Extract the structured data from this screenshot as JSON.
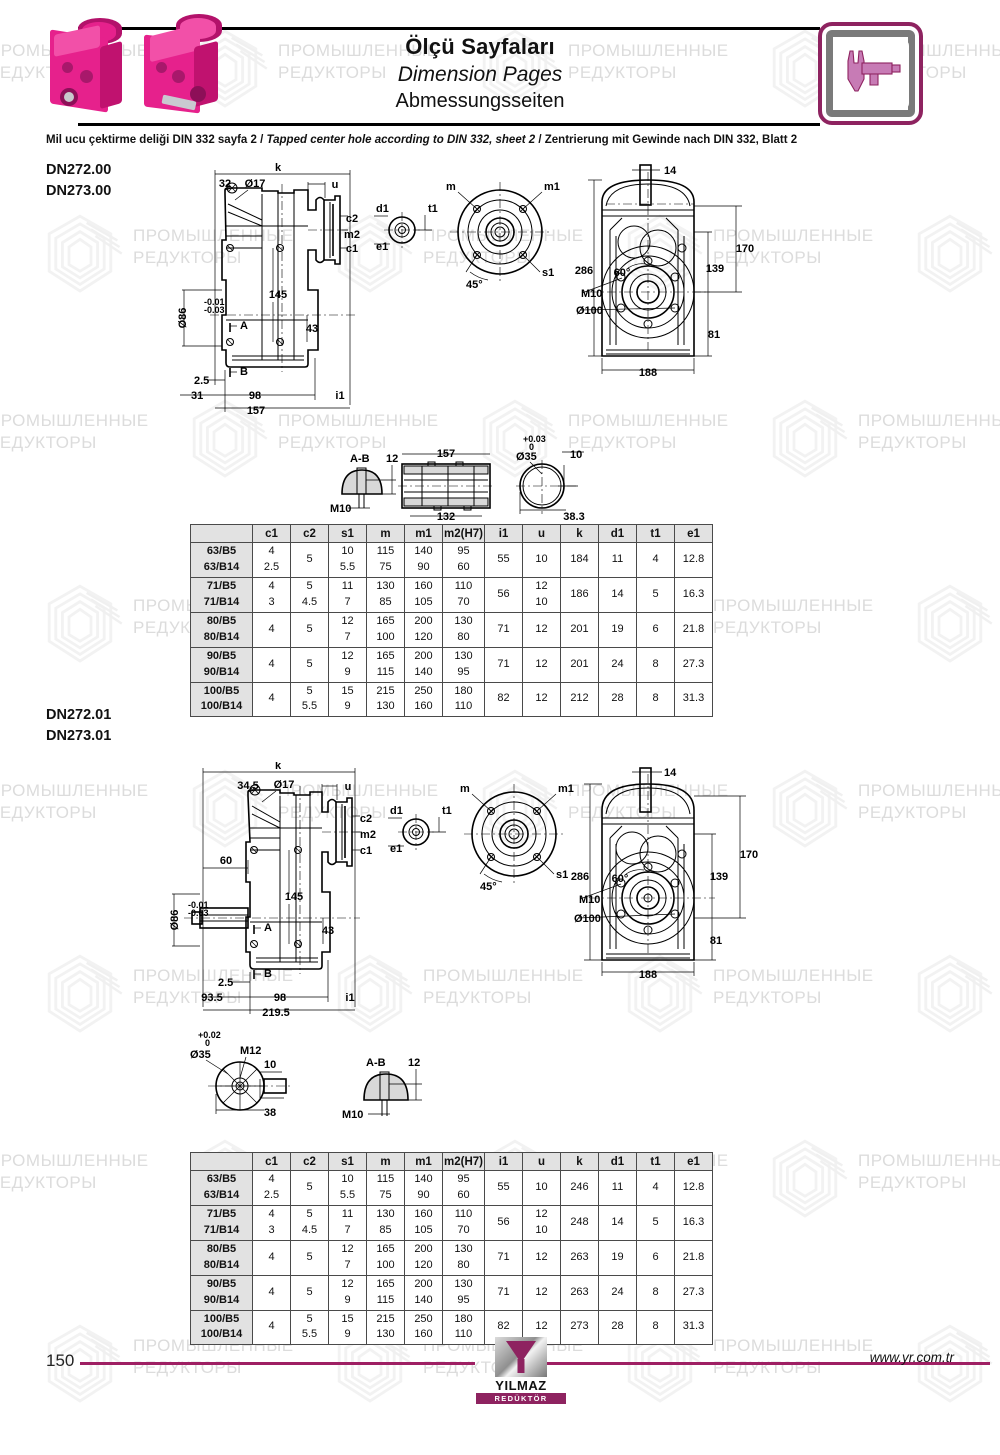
{
  "header": {
    "title_tr": "Ölçü Sayfaları",
    "title_en": "Dimension Pages",
    "title_de": "Abmessungsseiten",
    "icon": "caliper-icon",
    "photo_alt_left": "gearbox-photo-left",
    "photo_alt_right": "gearbox-photo-right"
  },
  "din_note": {
    "tr": "Mil ucu çektirme deliği DIN 332 sayfa 2",
    "sep1": "/",
    "en": "Tapped center hole according to DIN 332, sheet 2",
    "sep2": "/",
    "de": "Zentrierung mit Gewinde nach DIN 332, Blatt 2"
  },
  "watermark": {
    "line1": "ПРОМЫШЛЕННЫЕ",
    "line2": "РЕДУКТОРЫ"
  },
  "sections": [
    {
      "models": [
        "DN272.00",
        "DN273.00"
      ],
      "drawing_labels": {
        "side_view": [
          "k",
          "32",
          "Ø17",
          "u",
          "c2",
          "m2",
          "c1",
          "145",
          "Ø86",
          "-0.01",
          "-0.03",
          "A",
          "B",
          "43",
          "2.5",
          "31",
          "98",
          "157",
          "i1"
        ],
        "flange_view": [
          "m",
          "m1",
          "s1",
          "45°",
          "d1",
          "t1",
          "e1"
        ],
        "front_view": [
          "14",
          "286",
          "170",
          "139",
          "81",
          "60°",
          "M10",
          "Ø100",
          "188"
        ],
        "detail_ab": [
          "A-B",
          "12",
          "M10"
        ],
        "detail_shaft": [
          "157",
          "132"
        ],
        "detail_circle": [
          "+0.03",
          "0",
          "Ø35",
          "10",
          "38.3"
        ]
      },
      "table": {
        "columns": [
          "",
          "c1",
          "c2",
          "s1",
          "m",
          "m1",
          "m2(H7)",
          "i1",
          "u",
          "k",
          "d1",
          "t1",
          "e1"
        ],
        "rows": [
          {
            "head": [
              "63/B5",
              "63/B14"
            ],
            "c1": [
              "4",
              "2.5"
            ],
            "c2": [
              "5"
            ],
            "s1": [
              "10",
              "5.5"
            ],
            "m": [
              "115",
              "75"
            ],
            "m1": [
              "140",
              "90"
            ],
            "m2": [
              "95",
              "60"
            ],
            "i1": [
              "55"
            ],
            "u": [
              "10"
            ],
            "k": [
              "184"
            ],
            "d1": [
              "11"
            ],
            "t1": [
              "4"
            ],
            "e1": [
              "12.8"
            ]
          },
          {
            "head": [
              "71/B5",
              "71/B14"
            ],
            "c1": [
              "4",
              "3"
            ],
            "c2": [
              "5",
              "4.5"
            ],
            "s1": [
              "11",
              "7"
            ],
            "m": [
              "130",
              "85"
            ],
            "m1": [
              "160",
              "105"
            ],
            "m2": [
              "110",
              "70"
            ],
            "i1": [
              "56"
            ],
            "u": [
              "12",
              "10"
            ],
            "k": [
              "186"
            ],
            "d1": [
              "14"
            ],
            "t1": [
              "5"
            ],
            "e1": [
              "16.3"
            ]
          },
          {
            "head": [
              "80/B5",
              "80/B14"
            ],
            "c1": [
              "4"
            ],
            "c2": [
              "5"
            ],
            "s1": [
              "12",
              "7"
            ],
            "m": [
              "165",
              "100"
            ],
            "m1": [
              "200",
              "120"
            ],
            "m2": [
              "130",
              "80"
            ],
            "i1": [
              "71"
            ],
            "u": [
              "12"
            ],
            "k": [
              "201"
            ],
            "d1": [
              "19"
            ],
            "t1": [
              "6"
            ],
            "e1": [
              "21.8"
            ]
          },
          {
            "head": [
              "90/B5",
              "90/B14"
            ],
            "c1": [
              "4"
            ],
            "c2": [
              "5"
            ],
            "s1": [
              "12",
              "9"
            ],
            "m": [
              "165",
              "115"
            ],
            "m1": [
              "200",
              "140"
            ],
            "m2": [
              "130",
              "95"
            ],
            "i1": [
              "71"
            ],
            "u": [
              "12"
            ],
            "k": [
              "201"
            ],
            "d1": [
              "24"
            ],
            "t1": [
              "8"
            ],
            "e1": [
              "27.3"
            ]
          },
          {
            "head": [
              "100/B5",
              "100/B14"
            ],
            "c1": [
              "4"
            ],
            "c2": [
              "5",
              "5.5"
            ],
            "s1": [
              "15",
              "9"
            ],
            "m": [
              "215",
              "130"
            ],
            "m1": [
              "250",
              "160"
            ],
            "m2": [
              "180",
              "110"
            ],
            "i1": [
              "82"
            ],
            "u": [
              "12"
            ],
            "k": [
              "212"
            ],
            "d1": [
              "28"
            ],
            "t1": [
              "8"
            ],
            "e1": [
              "31.3"
            ]
          }
        ]
      }
    },
    {
      "models": [
        "DN272.01",
        "DN273.01"
      ],
      "drawing_labels": {
        "side_view": [
          "k",
          "34.5",
          "Ø17",
          "u",
          "c2",
          "m2",
          "c1",
          "60",
          "145",
          "Ø86",
          "-0.01",
          "-0.03",
          "A",
          "B",
          "43",
          "2.5",
          "93.5",
          "98",
          "219.5",
          "i1"
        ],
        "flange_view": [
          "m",
          "m1",
          "s1",
          "45°",
          "d1",
          "t1",
          "e1"
        ],
        "front_view": [
          "14",
          "286",
          "170",
          "139",
          "81",
          "60°",
          "M10",
          "Ø100",
          "188"
        ],
        "detail_circle": [
          "+0.02",
          "0",
          "Ø35",
          "M12",
          "10",
          "38"
        ],
        "detail_ab": [
          "A-B",
          "12",
          "M10"
        ]
      },
      "table": {
        "columns": [
          "",
          "c1",
          "c2",
          "s1",
          "m",
          "m1",
          "m2(H7)",
          "i1",
          "u",
          "k",
          "d1",
          "t1",
          "e1"
        ],
        "rows": [
          {
            "head": [
              "63/B5",
              "63/B14"
            ],
            "c1": [
              "4",
              "2.5"
            ],
            "c2": [
              "5"
            ],
            "s1": [
              "10",
              "5.5"
            ],
            "m": [
              "115",
              "75"
            ],
            "m1": [
              "140",
              "90"
            ],
            "m2": [
              "95",
              "60"
            ],
            "i1": [
              "55"
            ],
            "u": [
              "10"
            ],
            "k": [
              "246"
            ],
            "d1": [
              "11"
            ],
            "t1": [
              "4"
            ],
            "e1": [
              "12.8"
            ]
          },
          {
            "head": [
              "71/B5",
              "71/B14"
            ],
            "c1": [
              "4",
              "3"
            ],
            "c2": [
              "5",
              "4.5"
            ],
            "s1": [
              "11",
              "7"
            ],
            "m": [
              "130",
              "85"
            ],
            "m1": [
              "160",
              "105"
            ],
            "m2": [
              "110",
              "70"
            ],
            "i1": [
              "56"
            ],
            "u": [
              "12",
              "10"
            ],
            "k": [
              "248"
            ],
            "d1": [
              "14"
            ],
            "t1": [
              "5"
            ],
            "e1": [
              "16.3"
            ]
          },
          {
            "head": [
              "80/B5",
              "80/B14"
            ],
            "c1": [
              "4"
            ],
            "c2": [
              "5"
            ],
            "s1": [
              "12",
              "7"
            ],
            "m": [
              "165",
              "100"
            ],
            "m1": [
              "200",
              "120"
            ],
            "m2": [
              "130",
              "80"
            ],
            "i1": [
              "71"
            ],
            "u": [
              "12"
            ],
            "k": [
              "263"
            ],
            "d1": [
              "19"
            ],
            "t1": [
              "6"
            ],
            "e1": [
              "21.8"
            ]
          },
          {
            "head": [
              "90/B5",
              "90/B14"
            ],
            "c1": [
              "4"
            ],
            "c2": [
              "5"
            ],
            "s1": [
              "12",
              "9"
            ],
            "m": [
              "165",
              "115"
            ],
            "m1": [
              "200",
              "140"
            ],
            "m2": [
              "130",
              "95"
            ],
            "i1": [
              "71"
            ],
            "u": [
              "12"
            ],
            "k": [
              "263"
            ],
            "d1": [
              "24"
            ],
            "t1": [
              "8"
            ],
            "e1": [
              "27.3"
            ]
          },
          {
            "head": [
              "100/B5",
              "100/B14"
            ],
            "c1": [
              "4"
            ],
            "c2": [
              "5",
              "5.5"
            ],
            "s1": [
              "15",
              "9"
            ],
            "m": [
              "215",
              "130"
            ],
            "m1": [
              "250",
              "160"
            ],
            "m2": [
              "180",
              "110"
            ],
            "i1": [
              "82"
            ],
            "u": [
              "12"
            ],
            "k": [
              "273"
            ],
            "d1": [
              "28"
            ],
            "t1": [
              "8"
            ],
            "e1": [
              "31.3"
            ]
          }
        ]
      }
    }
  ],
  "footer": {
    "page": "150",
    "url": "www.yr.com.tr",
    "brand": "YILMAZ",
    "brand_sub": "REDÜKTÖR",
    "rule_color": "#9e1f63"
  }
}
